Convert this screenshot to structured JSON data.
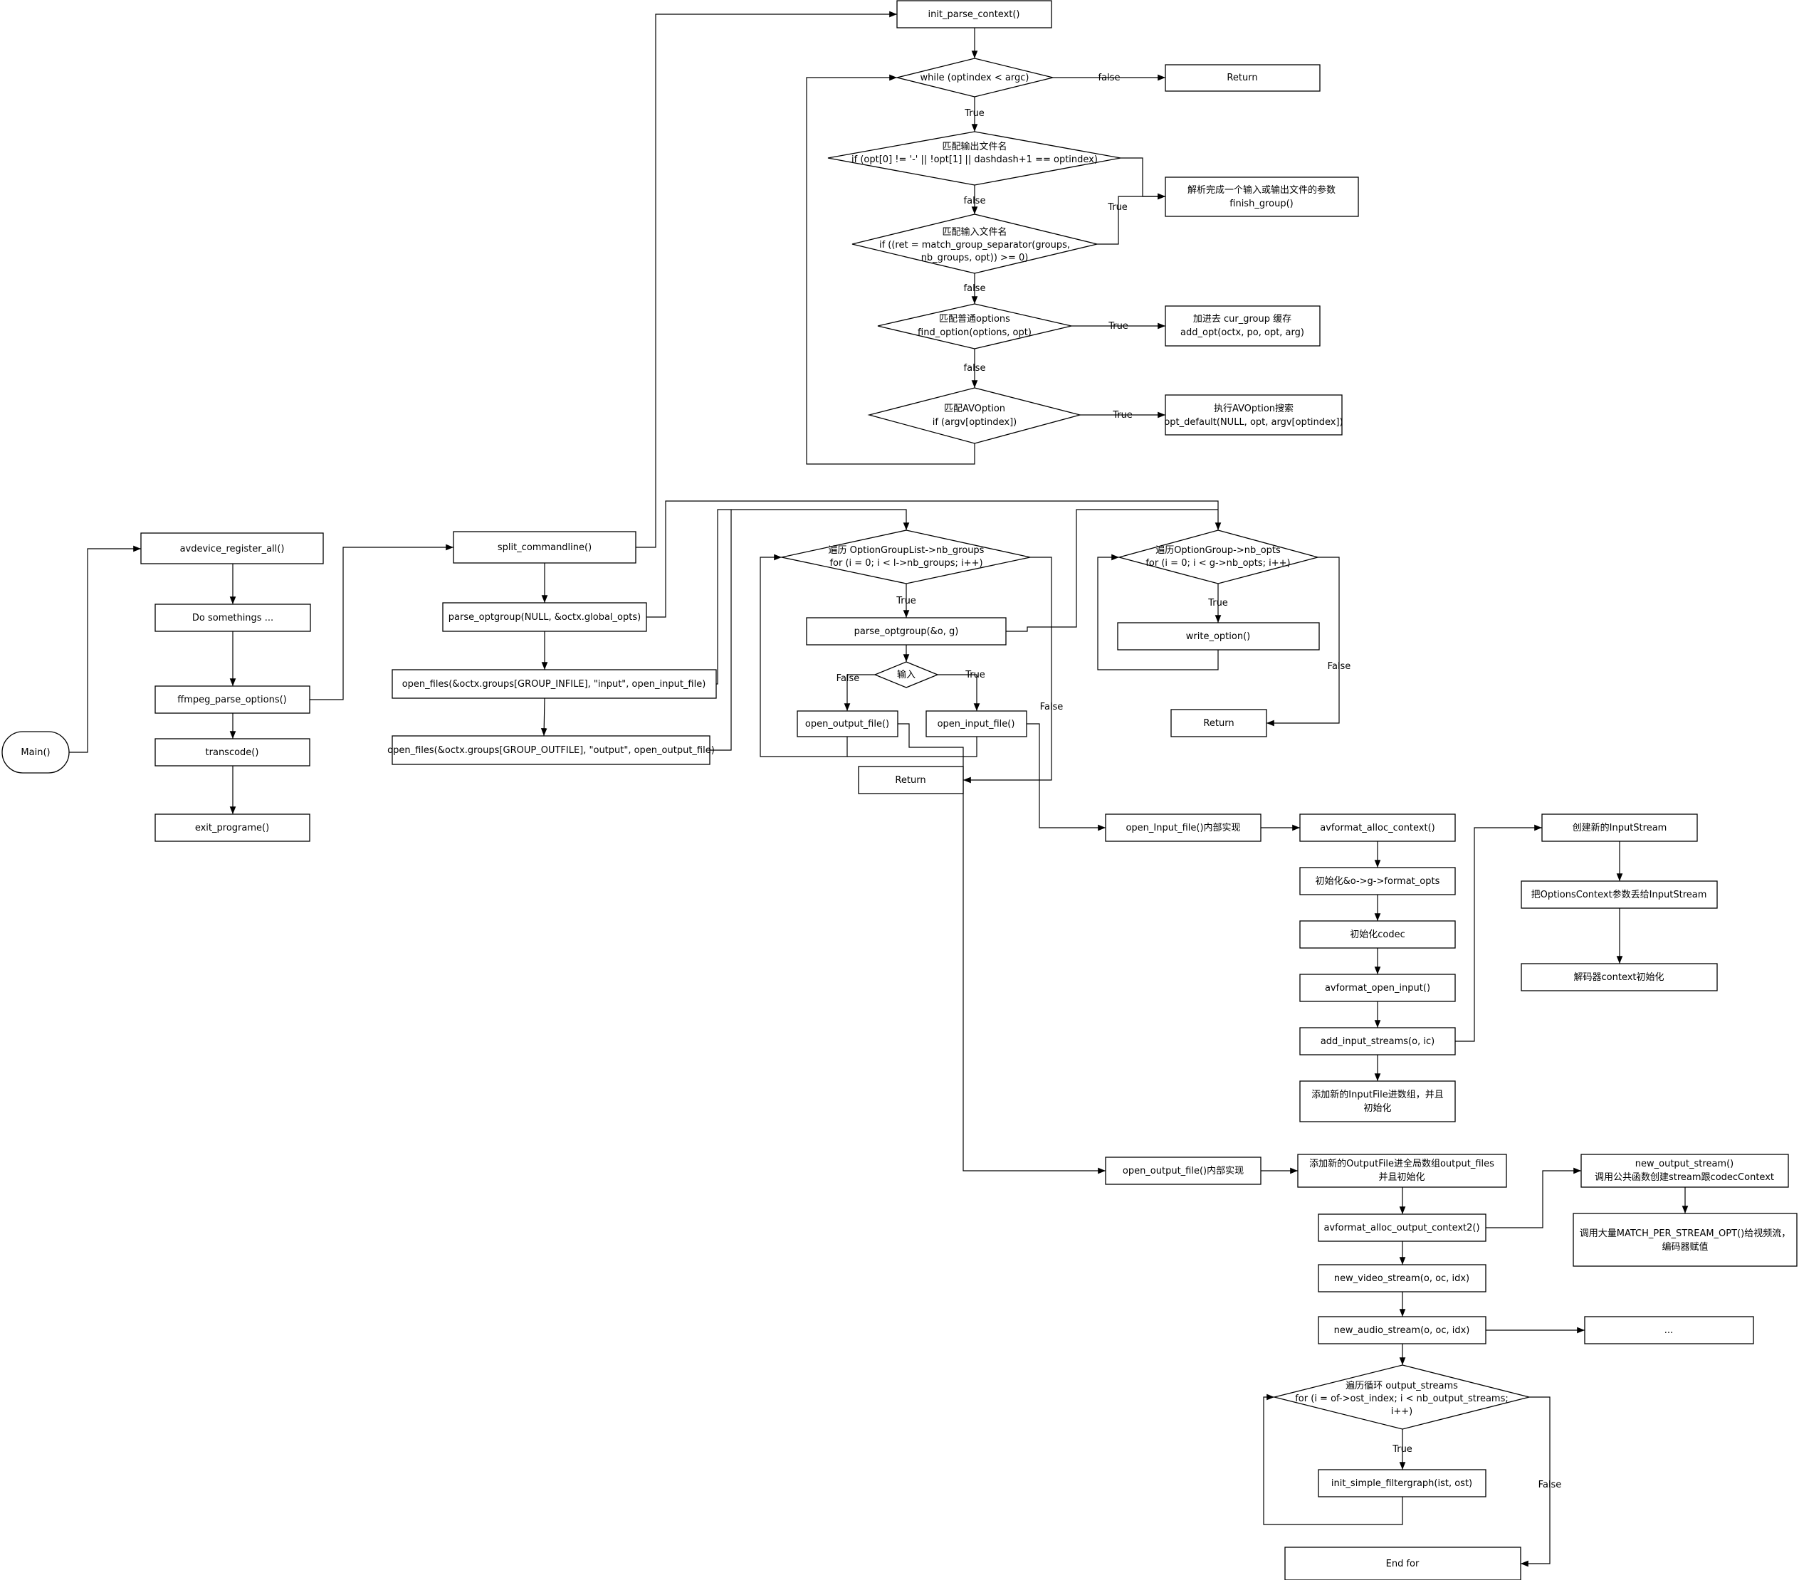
{
  "diagram": {
    "nodes": {
      "main": "Main()",
      "avdevice_register": "avdevice_register_all()",
      "do_somethings": "Do somethings ...",
      "ffmpeg_parse_options": "ffmpeg_parse_options()",
      "transcode": "transcode()",
      "exit_programe": "exit_programe()",
      "split_commandline": "split_commandline()",
      "parse_optgroup_global": "parse_optgroup(NULL, &octx.global_opts)",
      "open_files_infile": "open_files(&octx.groups[GROUP_INFILE], \"input\", open_input_file)",
      "open_files_outfile": "open_files(&octx.groups[GROUP_OUTFILE], \"output\", open_output_file)",
      "init_parse_context": "init_parse_context()",
      "while_optindex": "while (optindex < argc)",
      "return_top": "Return",
      "match_output": [
        "匹配输出文件名",
        "if (opt[0] != '-' || !opt[1] || dashdash+1 == optindex)"
      ],
      "finish_group": [
        "解析完成一个输入或输出文件的参数",
        "finish_group()"
      ],
      "match_input": [
        "匹配输入文件名",
        "if ((ret = match_group_separator(groups,",
        "nb_groups, opt)) >= 0)"
      ],
      "match_options": [
        "匹配普通options",
        "find_option(options, opt)"
      ],
      "add_opt": [
        "加进去 cur_group 缓存",
        "add_opt(octx, po, opt, arg)"
      ],
      "match_avoption": [
        "匹配AVOption",
        "if (argv[optindex])"
      ],
      "opt_default": [
        "执行AVOption搜索",
        "opt_default(NULL, opt, argv[optindex])"
      ],
      "iter_groups": [
        "遍历 OptionGroupList->nb_groups",
        "for (i = 0; i < l->nb_groups; i++)"
      ],
      "parse_optgroup_o": "parse_optgroup(&o, g)",
      "is_input": "输入",
      "open_output_file": "open_output_file()",
      "open_input_file": "open_input_file()",
      "return_mid": "Return",
      "iter_opts": [
        "遍历OptionGroup->nb_opts",
        "for (i = 0; i < g->nb_opts; i++)"
      ],
      "write_option": "write_option()",
      "return_right": "Return",
      "open_input_impl": "open_Input_file()内部实现",
      "avformat_alloc_context": "avformat_alloc_context()",
      "init_format_opts": "初始化&o->g->format_opts",
      "init_codec": "初始化codec",
      "avformat_open_input": "avformat_open_input()",
      "add_input_streams": "add_input_streams(o, ic)",
      "add_inputfile": [
        "添加新的InputFile进数组，并且",
        "初始化"
      ],
      "create_inputstream": "创建新的InputStream",
      "pass_options": "把OptionsContext参数丢给InputStream",
      "decoder_init": "解码器context初始化",
      "open_output_impl": "open_output_file()内部实现",
      "add_outputfile": [
        "添加新的OutputFile进全局数组output_files",
        "并且初始化"
      ],
      "avformat_alloc_output": "avformat_alloc_output_context2()",
      "new_output_stream": [
        "new_output_stream()",
        "调用公共函数创建stream跟codecContext"
      ],
      "match_per_stream": [
        "调用大量MATCH_PER_STREAM_OPT()给视频流，",
        "编码器赋值"
      ],
      "new_video_stream": "new_video_stream(o, oc, idx)",
      "new_audio_stream": "new_audio_stream(o, oc, idx)",
      "ellipsis": "...",
      "iter_output_streams": [
        "遍历循环 output_streams",
        "for (i = of->ost_index; i < nb_output_streams;",
        "i++)"
      ],
      "init_filtergraph": "init_simple_filtergraph(ist, ost)",
      "end_for": "End for"
    },
    "edge_labels": {
      "false_while": "false",
      "true_while": "True",
      "false_out": "false",
      "true_in": "True",
      "false_in": "false",
      "true_opts": "True",
      "false_opts": "false",
      "true_avopt": "True",
      "true_groups": "True",
      "false_groups": "False",
      "false_input": "False",
      "true_input": "True",
      "true_nbopts": "True",
      "false_nbopts": "False",
      "true_ostreams": "True",
      "false_ostreams": "False"
    }
  }
}
